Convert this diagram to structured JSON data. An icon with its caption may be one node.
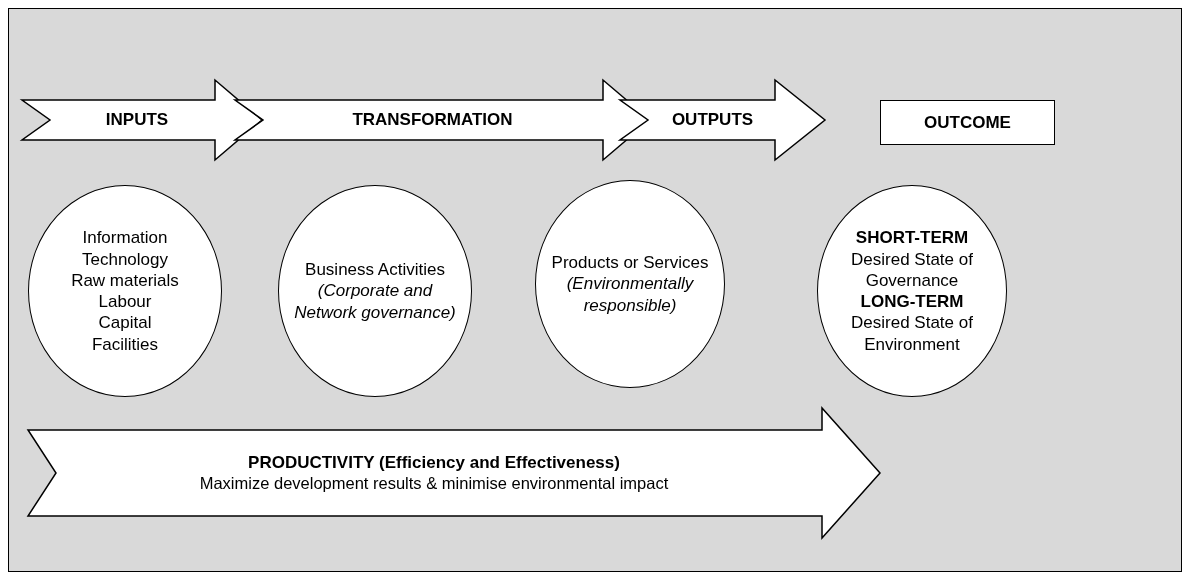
{
  "diagram": {
    "nodes": [
      {
        "text": [
          "INPUTS"
        ]
      },
      {
        "text": [
          "TRANSFORMATION"
        ]
      },
      {
        "text": [
          "OUTPUTS"
        ]
      },
      {
        "text": [
          "OUTCOME"
        ]
      },
      {
        "text": [
          "Information Technology",
          "Raw materials",
          "Labour",
          "Capital",
          "Facilities"
        ]
      },
      {
        "text": [
          "Business Activities",
          "(Corporate and Network governance)"
        ]
      },
      {
        "text": [
          "Products or Services",
          "(Environmentally responsible)"
        ]
      },
      {
        "text": [
          "SHORT-TERM",
          "Desired State of Governance",
          "LONG-TERM",
          "Desired State of Environment"
        ]
      },
      {
        "text": [
          "PRODUCTIVITY (Efficiency and Effectiveness)",
          "Maximize development results & minimise environmental impact"
        ]
      }
    ]
  }
}
